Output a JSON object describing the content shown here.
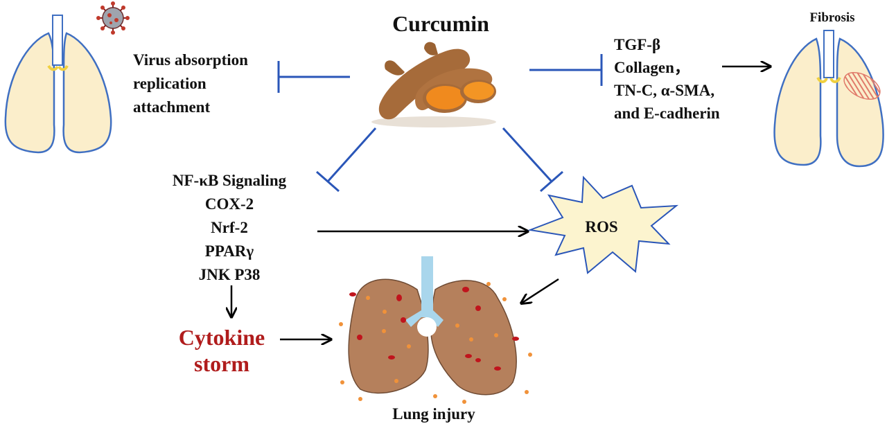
{
  "title": "Curcumin",
  "virus_effects": [
    "Virus absorption",
    "replication",
    "attachment"
  ],
  "fibrosis_factors": [
    "TGF-β",
    "Collagen，",
    "TN-C, α-SMA,",
    "and E-cadherin"
  ],
  "fibrosis_label": "Fibrosis",
  "signaling": [
    "NF-κB Signaling",
    "COX-2",
    "Nrf-2",
    "PPARγ",
    "JNK P38"
  ],
  "ros_label": "ROS",
  "cytokine": [
    "Cytokine",
    "storm"
  ],
  "lung_injury_label": "Lung injury",
  "colors": {
    "inhibit": "#2a56b8",
    "arrow": "#000000",
    "cytokine": "#b01c1c",
    "healthy_lung_fill": "#fbeecb",
    "healthy_lung_stroke": "#3f6fc2",
    "injured_lung": "#b5805c",
    "trachea": "#a9d6ec",
    "ros_fill": "#fcf4cf",
    "turmeric_flesh": "#f08a1e",
    "turmeric_skin": "#a66b3a"
  }
}
